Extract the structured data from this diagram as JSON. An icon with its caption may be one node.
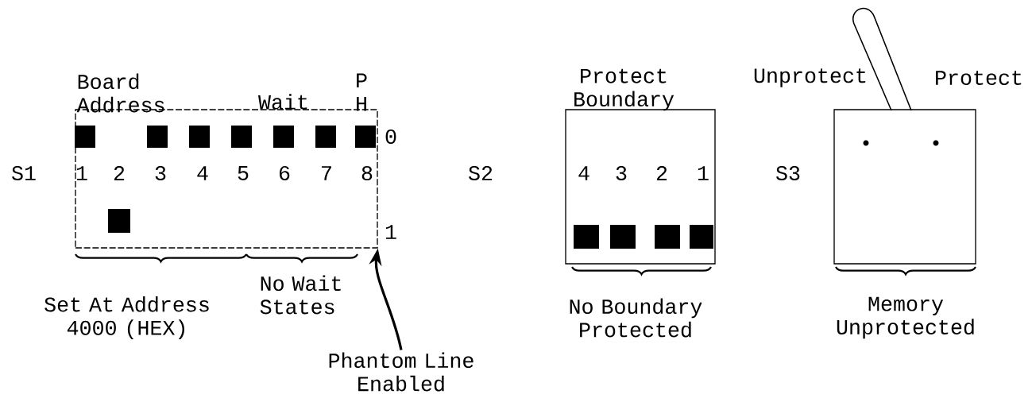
{
  "diagram": {
    "nodes": [
      {
        "text": [],
        "shape": "box",
        "beside": [
          "Set At Address 4000 (HEX)",
          "No Wait States"
        ]
      },
      {
        "text": [],
        "shape": "box",
        "beside": [
          "No Boundary Protected"
        ]
      },
      {
        "text": [],
        "shape": "box",
        "beside": [
          "Memory Unprotected"
        ]
      },
      {
        "text": [
          "Phantom Line Enabled"
        ]
      }
    ],
    "edges": [
      {
        "from": 3,
        "to": 0,
        "arrow": "to"
      }
    ],
    "labels": [
      "Board Address",
      "P H",
      "Wait",
      "Protect Boundary",
      "Unprotect",
      "Protect",
      "0",
      "S1",
      "1",
      "2",
      "3",
      "4",
      "5",
      "6",
      "7",
      "8",
      "S2",
      "4",
      "3",
      "2",
      "1",
      "S3",
      "1"
    ]
  }
}
